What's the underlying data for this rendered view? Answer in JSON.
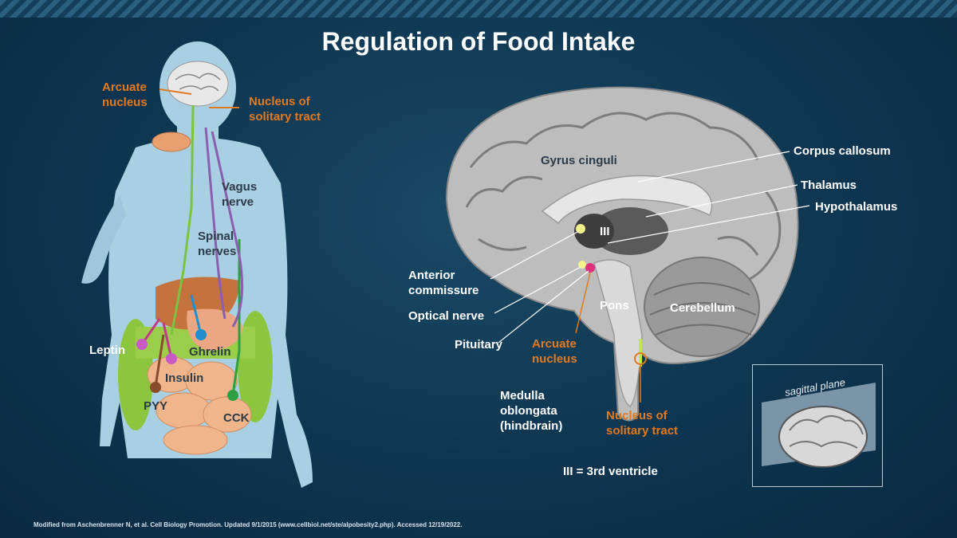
{
  "title": "Regulation of Food Intake",
  "body_labels": {
    "arcuate": "Arcuate\nnucleus",
    "nts": "Nucleus of\nsolitary tract",
    "vagus": "Vagus\nnerve",
    "spinal": "Spinal\nnerves",
    "leptin": "Leptin",
    "ghrelin": "Ghrelin",
    "insulin": "Insulin",
    "pyy": "PYY",
    "cck": "CCK"
  },
  "brain_labels": {
    "gyrus": "Gyrus cinguli",
    "corpus": "Corpus callosum",
    "thalamus": "Thalamus",
    "hypothalamus": "Hypothalamus",
    "ventricle": "III",
    "anterior": "Anterior\ncommissure",
    "optical": "Optical nerve",
    "pituitary": "Pituitary",
    "arcuate": "Arcuate\nnucleus",
    "pons": "Pons",
    "cerebellum": "Cerebellum",
    "medulla": "Medulla\noblongata\n(hindbrain)",
    "nts": "Nucleus of\nsolitary tract",
    "legend": "III = 3rd ventricle"
  },
  "inset_label": "sagittal plane",
  "footnote": "Modified from Aschenbrenner N, et al. Cell Biology Promotion. Updated 9/1/2015 (www.cellbiol.net/ste/alpobesity2.php). Accessed 12/19/2022.",
  "colors": {
    "orange": "#e07a1e",
    "green": "#7dc242",
    "purple": "#8a5fb0",
    "magenta": "#c23a8a",
    "blue": "#1f8fd0",
    "brown": "#8b4a2b",
    "darkgreen": "#2ea043"
  }
}
